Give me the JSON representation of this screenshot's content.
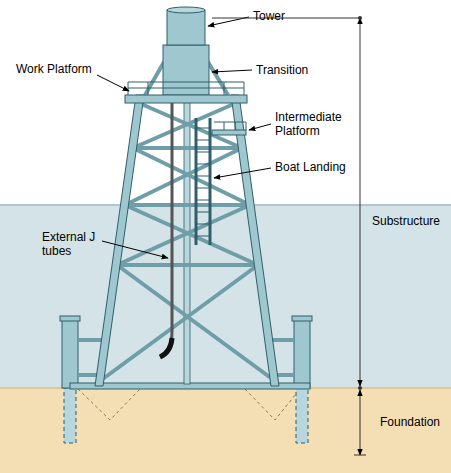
{
  "diagram": {
    "labels": [
      "Tower",
      "Transition",
      "Work Platform",
      "Intermediate Platform",
      "Boat Landing",
      "External J tubes",
      "Substructure",
      "Foundation"
    ]
  }
}
